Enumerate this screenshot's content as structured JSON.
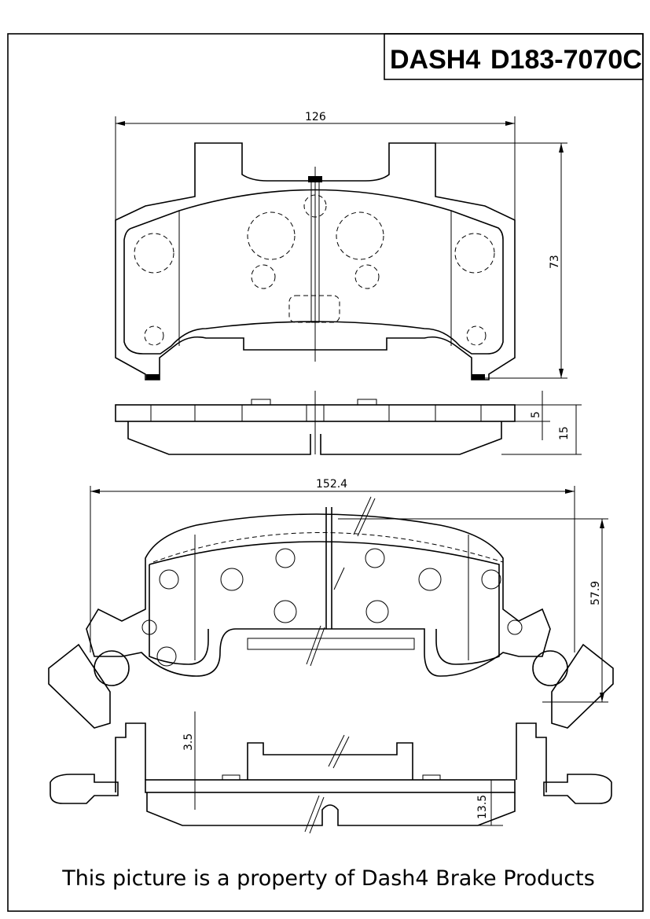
{
  "title": {
    "brand": "DASH4",
    "part_number": "D183-7070C"
  },
  "dimensions": {
    "top_width": "126",
    "top_height": "73",
    "side_thin": "5",
    "side_thick": "15",
    "bottom_width": "152.4",
    "bottom_height": "57.9",
    "bottom_side_thin": "3.5",
    "bottom_side_thick": "13.5"
  },
  "footer": "This picture is a property of Dash4 Brake Products"
}
